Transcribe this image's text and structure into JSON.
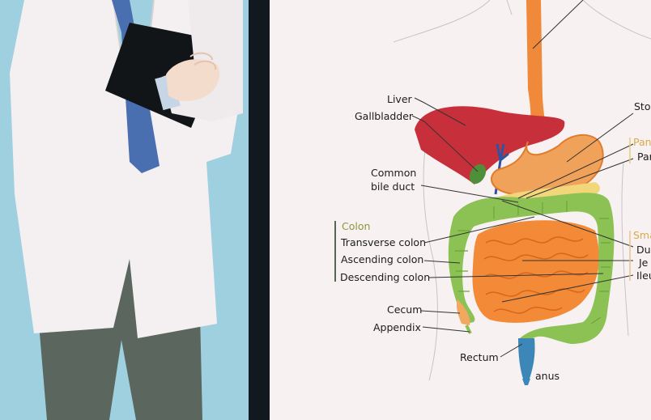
{
  "colors": {
    "left_background": "#9fd0e0",
    "divider": "#11181f",
    "diagram_background": "#f7f1f2",
    "liver": "#c7303a",
    "stomach": "#f1a25a",
    "colon": "#8cc153",
    "small_intestine": "#f28a38",
    "rectum": "#3d86b8",
    "esophagus": "#f08a3a",
    "doctor_coat": "#f4f0f1",
    "tie": "#4a6fb0"
  },
  "labels": {
    "liver": "Liver",
    "gallbladder": "Gallbladder",
    "common_bile_duct_line1": "Common",
    "common_bile_duct_line2": "bile duct",
    "colon_group": "Colon",
    "transverse_colon": "Transverse colon",
    "ascending_colon": "Ascending colon",
    "descending_colon": "Descending colon",
    "cecum": "Cecum",
    "appendix": "Appendix",
    "rectum": "Rectum",
    "anus": "anus",
    "stomach_partial": "Sto",
    "pancreas_group_partial": "Pan",
    "pancreas_partial": "Par",
    "small_intestine_group_partial": "Sma",
    "duodenum_partial": "Du",
    "jejunum_partial": "Je",
    "ileum_partial": "Ileu"
  }
}
